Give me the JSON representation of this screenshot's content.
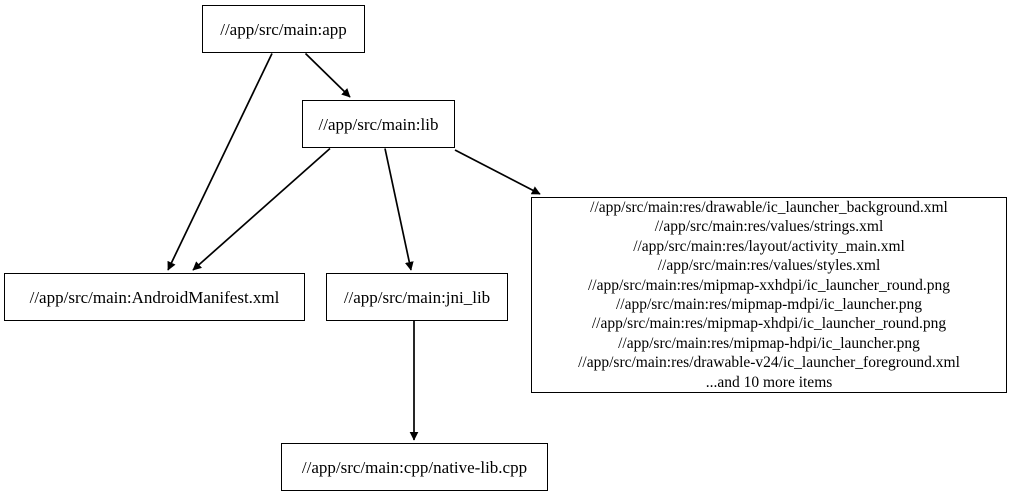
{
  "graph": {
    "type": "directed-dependency-graph",
    "nodes": [
      {
        "id": "app",
        "label": "//app/src/main:app"
      },
      {
        "id": "lib",
        "label": "//app/src/main:lib"
      },
      {
        "id": "manifest",
        "label": "//app/src/main:AndroidManifest.xml"
      },
      {
        "id": "jni_lib",
        "label": "//app/src/main:jni_lib"
      },
      {
        "id": "native_lib",
        "label": "//app/src/main:cpp/native-lib.cpp"
      },
      {
        "id": "res",
        "label": "//app/src/main:res/drawable/ic_launcher_background.xml\n//app/src/main:res/values/strings.xml\n//app/src/main:res/layout/activity_main.xml\n//app/src/main:res/values/styles.xml\n//app/src/main:res/mipmap-xxhdpi/ic_launcher_round.png\n//app/src/main:res/mipmap-mdpi/ic_launcher.png\n//app/src/main:res/mipmap-xhdpi/ic_launcher_round.png\n//app/src/main:res/mipmap-hdpi/ic_launcher.png\n//app/src/main:res/drawable-v24/ic_launcher_foreground.xml\n...and 10 more items",
        "lines": [
          "//app/src/main:res/drawable/ic_launcher_background.xml",
          "//app/src/main:res/values/strings.xml",
          "//app/src/main:res/layout/activity_main.xml",
          "//app/src/main:res/values/styles.xml",
          "//app/src/main:res/mipmap-xxhdpi/ic_launcher_round.png",
          "//app/src/main:res/mipmap-mdpi/ic_launcher.png",
          "//app/src/main:res/mipmap-xhdpi/ic_launcher_round.png",
          "//app/src/main:res/mipmap-hdpi/ic_launcher.png",
          "//app/src/main:res/drawable-v24/ic_launcher_foreground.xml",
          "...and 10 more items"
        ]
      }
    ],
    "edges": [
      {
        "from": "app",
        "to": "lib"
      },
      {
        "from": "app",
        "to": "manifest"
      },
      {
        "from": "lib",
        "to": "manifest"
      },
      {
        "from": "lib",
        "to": "jni_lib"
      },
      {
        "from": "lib",
        "to": "res"
      },
      {
        "from": "jni_lib",
        "to": "native_lib"
      }
    ],
    "colors": {
      "background": "#ffffff",
      "node_border": "#000000",
      "node_fill": "#ffffff",
      "text": "#000000",
      "edge": "#000000"
    }
  }
}
